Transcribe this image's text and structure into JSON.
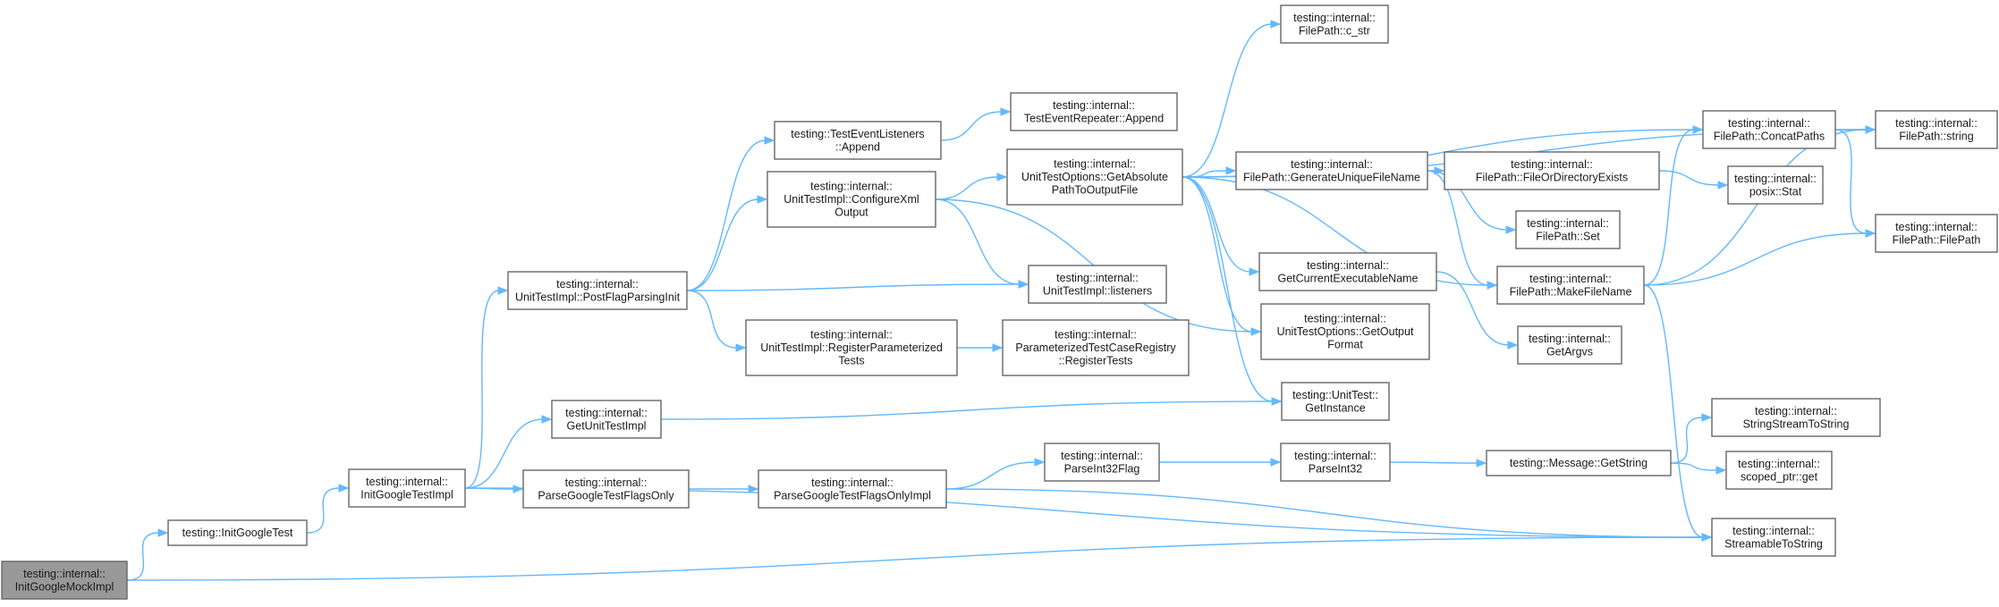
{
  "nodes": [
    {
      "id": "InitGoogleMockImpl",
      "lines": [
        "testing::internal::",
        "InitGoogleMockImpl"
      ],
      "root": true
    },
    {
      "id": "InitGoogleTest",
      "lines": [
        "testing::InitGoogleTest"
      ]
    },
    {
      "id": "InitGoogleTestImpl",
      "lines": [
        "testing::internal::",
        "InitGoogleTestImpl"
      ]
    },
    {
      "id": "PostFlagParsingInit",
      "lines": [
        "testing::internal::",
        "UnitTestImpl::PostFlagParsingInit"
      ]
    },
    {
      "id": "GetUnitTestImpl",
      "lines": [
        "testing::internal::",
        "GetUnitTestImpl"
      ]
    },
    {
      "id": "ParseGoogleTestFlagsOnly",
      "lines": [
        "testing::internal::",
        "ParseGoogleTestFlagsOnly"
      ]
    },
    {
      "id": "ParseGoogleTestFlagsOnlyImpl",
      "lines": [
        "testing::internal::",
        "ParseGoogleTestFlagsOnlyImpl"
      ]
    },
    {
      "id": "TestEventListenersAppend",
      "lines": [
        "testing::TestEventListeners",
        "::Append"
      ]
    },
    {
      "id": "ConfigureXmlOutput",
      "lines": [
        "testing::internal::",
        "UnitTestImpl::ConfigureXml",
        "Output"
      ]
    },
    {
      "id": "RegisterParameterizedTests",
      "lines": [
        "testing::internal::",
        "UnitTestImpl::RegisterParameterized",
        "Tests"
      ]
    },
    {
      "id": "TestEventRepeaterAppend",
      "lines": [
        "testing::internal::",
        "TestEventRepeater::Append"
      ]
    },
    {
      "id": "GetAbsolutePathToOutputFile",
      "lines": [
        "testing::internal::",
        "UnitTestOptions::GetAbsolute",
        "PathToOutputFile"
      ]
    },
    {
      "id": "listeners",
      "lines": [
        "testing::internal::",
        "UnitTestImpl::listeners"
      ]
    },
    {
      "id": "RegisterTests",
      "lines": [
        "testing::internal::",
        "ParameterizedTestCaseRegistry",
        "::RegisterTests"
      ]
    },
    {
      "id": "ParseInt32Flag",
      "lines": [
        "testing::internal::",
        "ParseInt32Flag"
      ]
    },
    {
      "id": "c_str",
      "lines": [
        "testing::internal::",
        "FilePath::c_str"
      ]
    },
    {
      "id": "GenerateUniqueFileName",
      "lines": [
        "testing::internal::",
        "FilePath::GenerateUniqueFileName"
      ]
    },
    {
      "id": "GetCurrentExecutableName",
      "lines": [
        "testing::internal::",
        "GetCurrentExecutableName"
      ]
    },
    {
      "id": "GetOutputFormat",
      "lines": [
        "testing::internal::",
        "UnitTestOptions::GetOutput",
        "Format"
      ]
    },
    {
      "id": "GetInstance",
      "lines": [
        "testing::UnitTest::",
        "GetInstance"
      ]
    },
    {
      "id": "ParseInt32",
      "lines": [
        "testing::internal::",
        "ParseInt32"
      ]
    },
    {
      "id": "FileOrDirectoryExists",
      "lines": [
        "testing::internal::",
        "FilePath::FileOrDirectoryExists"
      ]
    },
    {
      "id": "Set",
      "lines": [
        "testing::internal::",
        "FilePath::Set"
      ]
    },
    {
      "id": "MakeFileName",
      "lines": [
        "testing::internal::",
        "FilePath::MakeFileName"
      ]
    },
    {
      "id": "GetArgvs",
      "lines": [
        "testing::internal::",
        "GetArgvs"
      ]
    },
    {
      "id": "GetString",
      "lines": [
        "testing::Message::GetString"
      ]
    },
    {
      "id": "ConcatPaths",
      "lines": [
        "testing::internal::",
        "FilePath::ConcatPaths"
      ]
    },
    {
      "id": "Stat",
      "lines": [
        "testing::internal::",
        "posix::Stat"
      ]
    },
    {
      "id": "StringStreamToString",
      "lines": [
        "testing::internal::",
        "StringStreamToString"
      ]
    },
    {
      "id": "scoped_ptr_get",
      "lines": [
        "testing::internal::",
        "scoped_ptr::get"
      ]
    },
    {
      "id": "StreamableToString",
      "lines": [
        "testing::internal::",
        "StreamableToString"
      ]
    },
    {
      "id": "FilePath_string",
      "lines": [
        "testing::internal::",
        "FilePath::string"
      ]
    },
    {
      "id": "FilePath_FilePath",
      "lines": [
        "testing::internal::",
        "FilePath::FilePath"
      ]
    }
  ],
  "edges": [
    [
      "InitGoogleMockImpl",
      "InitGoogleTest"
    ],
    [
      "InitGoogleMockImpl",
      "StreamableToString"
    ],
    [
      "InitGoogleTest",
      "InitGoogleTestImpl"
    ],
    [
      "InitGoogleTestImpl",
      "PostFlagParsingInit"
    ],
    [
      "InitGoogleTestImpl",
      "GetUnitTestImpl"
    ],
    [
      "InitGoogleTestImpl",
      "ParseGoogleTestFlagsOnly"
    ],
    [
      "InitGoogleTestImpl",
      "StreamableToString"
    ],
    [
      "PostFlagParsingInit",
      "TestEventListenersAppend"
    ],
    [
      "PostFlagParsingInit",
      "ConfigureXmlOutput"
    ],
    [
      "PostFlagParsingInit",
      "listeners"
    ],
    [
      "PostFlagParsingInit",
      "RegisterParameterizedTests"
    ],
    [
      "TestEventListenersAppend",
      "TestEventRepeaterAppend"
    ],
    [
      "ConfigureXmlOutput",
      "GetAbsolutePathToOutputFile"
    ],
    [
      "ConfigureXmlOutput",
      "listeners"
    ],
    [
      "ConfigureXmlOutput",
      "GetOutputFormat"
    ],
    [
      "RegisterParameterizedTests",
      "RegisterTests"
    ],
    [
      "GetUnitTestImpl",
      "GetInstance"
    ],
    [
      "ParseGoogleTestFlagsOnly",
      "ParseGoogleTestFlagsOnlyImpl"
    ],
    [
      "ParseGoogleTestFlagsOnlyImpl",
      "ParseInt32Flag"
    ],
    [
      "ParseGoogleTestFlagsOnlyImpl",
      "StreamableToString"
    ],
    [
      "ParseInt32Flag",
      "ParseInt32"
    ],
    [
      "ParseInt32",
      "GetString"
    ],
    [
      "GetString",
      "StringStreamToString"
    ],
    [
      "GetString",
      "scoped_ptr_get"
    ],
    [
      "GetAbsolutePathToOutputFile",
      "c_str"
    ],
    [
      "GetAbsolutePathToOutputFile",
      "FilePath_string"
    ],
    [
      "GetAbsolutePathToOutputFile",
      "ConcatPaths"
    ],
    [
      "GetAbsolutePathToOutputFile",
      "GenerateUniqueFileName"
    ],
    [
      "GetAbsolutePathToOutputFile",
      "MakeFileName"
    ],
    [
      "GetAbsolutePathToOutputFile",
      "GetCurrentExecutableName"
    ],
    [
      "GetAbsolutePathToOutputFile",
      "GetOutputFormat"
    ],
    [
      "GetAbsolutePathToOutputFile",
      "GetInstance"
    ],
    [
      "GenerateUniqueFileName",
      "FileOrDirectoryExists"
    ],
    [
      "GenerateUniqueFileName",
      "Set"
    ],
    [
      "GenerateUniqueFileName",
      "MakeFileName"
    ],
    [
      "FileOrDirectoryExists",
      "Stat"
    ],
    [
      "GetCurrentExecutableName",
      "GetArgvs"
    ],
    [
      "MakeFileName",
      "ConcatPaths"
    ],
    [
      "MakeFileName",
      "FilePath_string"
    ],
    [
      "MakeFileName",
      "FilePath_FilePath"
    ],
    [
      "MakeFileName",
      "StreamableToString"
    ],
    [
      "ConcatPaths",
      "FilePath_string"
    ],
    [
      "ConcatPaths",
      "FilePath_FilePath"
    ]
  ]
}
